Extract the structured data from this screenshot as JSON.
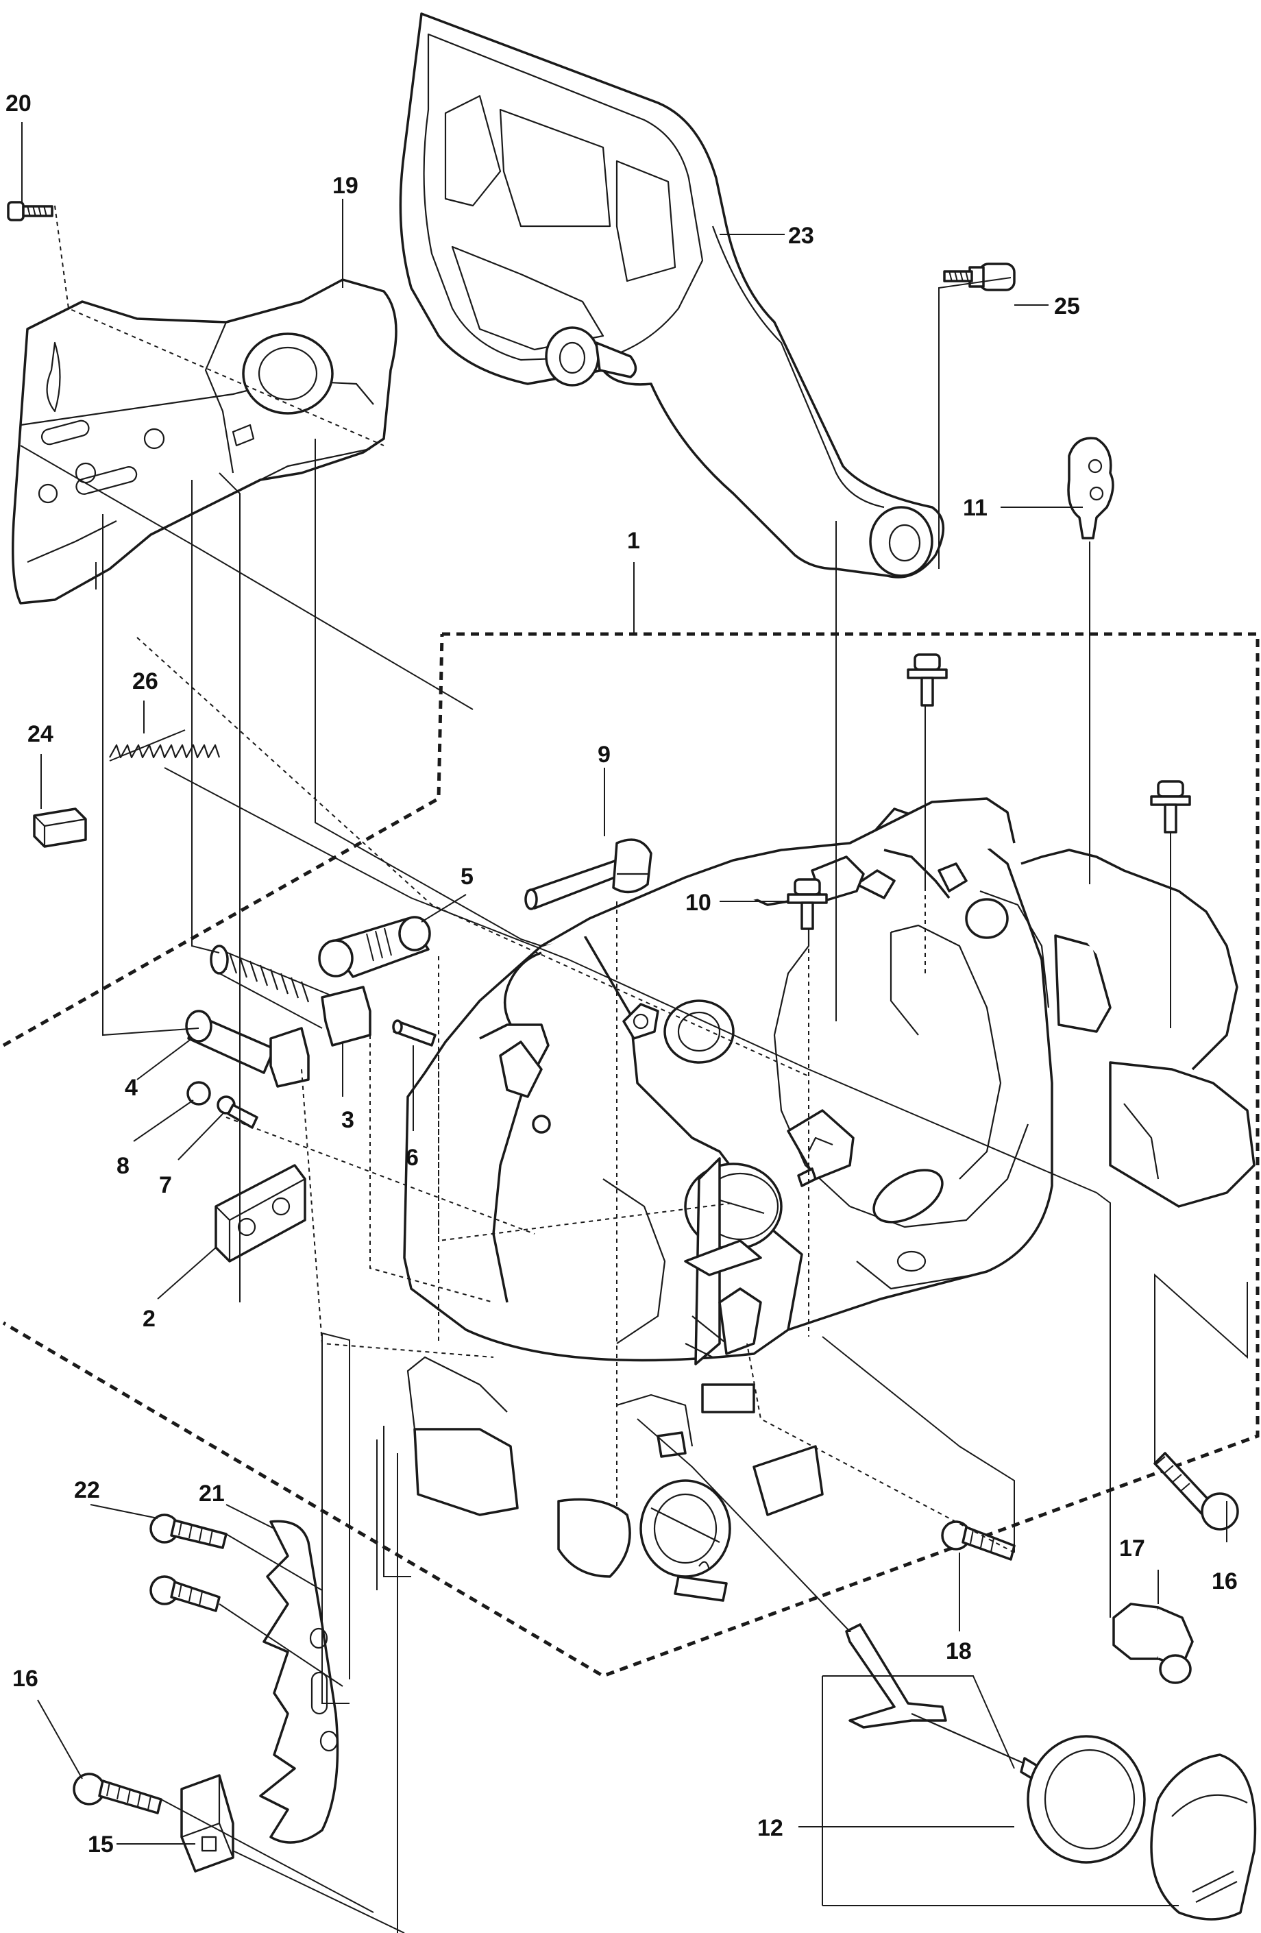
{
  "labels": {
    "p1": "1",
    "p2": "2",
    "p3": "3",
    "p4": "4",
    "p5": "5",
    "p6": "6",
    "p7": "7",
    "p8": "8",
    "p9": "9",
    "p10": "10",
    "p11": "11",
    "p12": "12",
    "p15": "15",
    "p16a": "16",
    "p16b": "16",
    "p17": "17",
    "p18": "18",
    "p19": "19",
    "p20": "20",
    "p21": "21",
    "p22": "22",
    "p23": "23",
    "p24": "24",
    "p25": "25",
    "p26": "26"
  }
}
